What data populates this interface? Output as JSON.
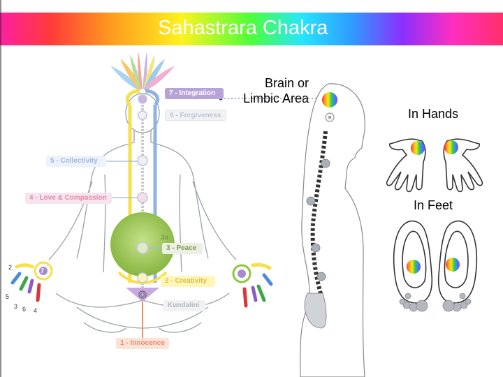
{
  "title": "Sahastrara Chakra",
  "labels": {
    "brain": "Brain or Limbic Area",
    "hands": "In Hands",
    "feet": "In Feet"
  },
  "chakras": {
    "c7": "7 - Integration",
    "c6": "6 - Forgiveness",
    "c5": "5 - Collectivity",
    "c4": "4 - Love & Compassion",
    "c3a": "3a",
    "c3": "3 - Peace",
    "c2": "2 - Creativity",
    "kundalini": "Kundalini",
    "c1": "1 - Innocence"
  },
  "finger_numbers": [
    "2",
    "7",
    "5",
    "3",
    "6",
    "4"
  ],
  "colors": {
    "title_text": "#ffffff",
    "heart_green": "#8dc63f",
    "channel_yellow": "#f7e04b",
    "channel_blue": "#8fb3e0",
    "channel_orange": "#f48c5c",
    "integration": "#a78bd0"
  }
}
